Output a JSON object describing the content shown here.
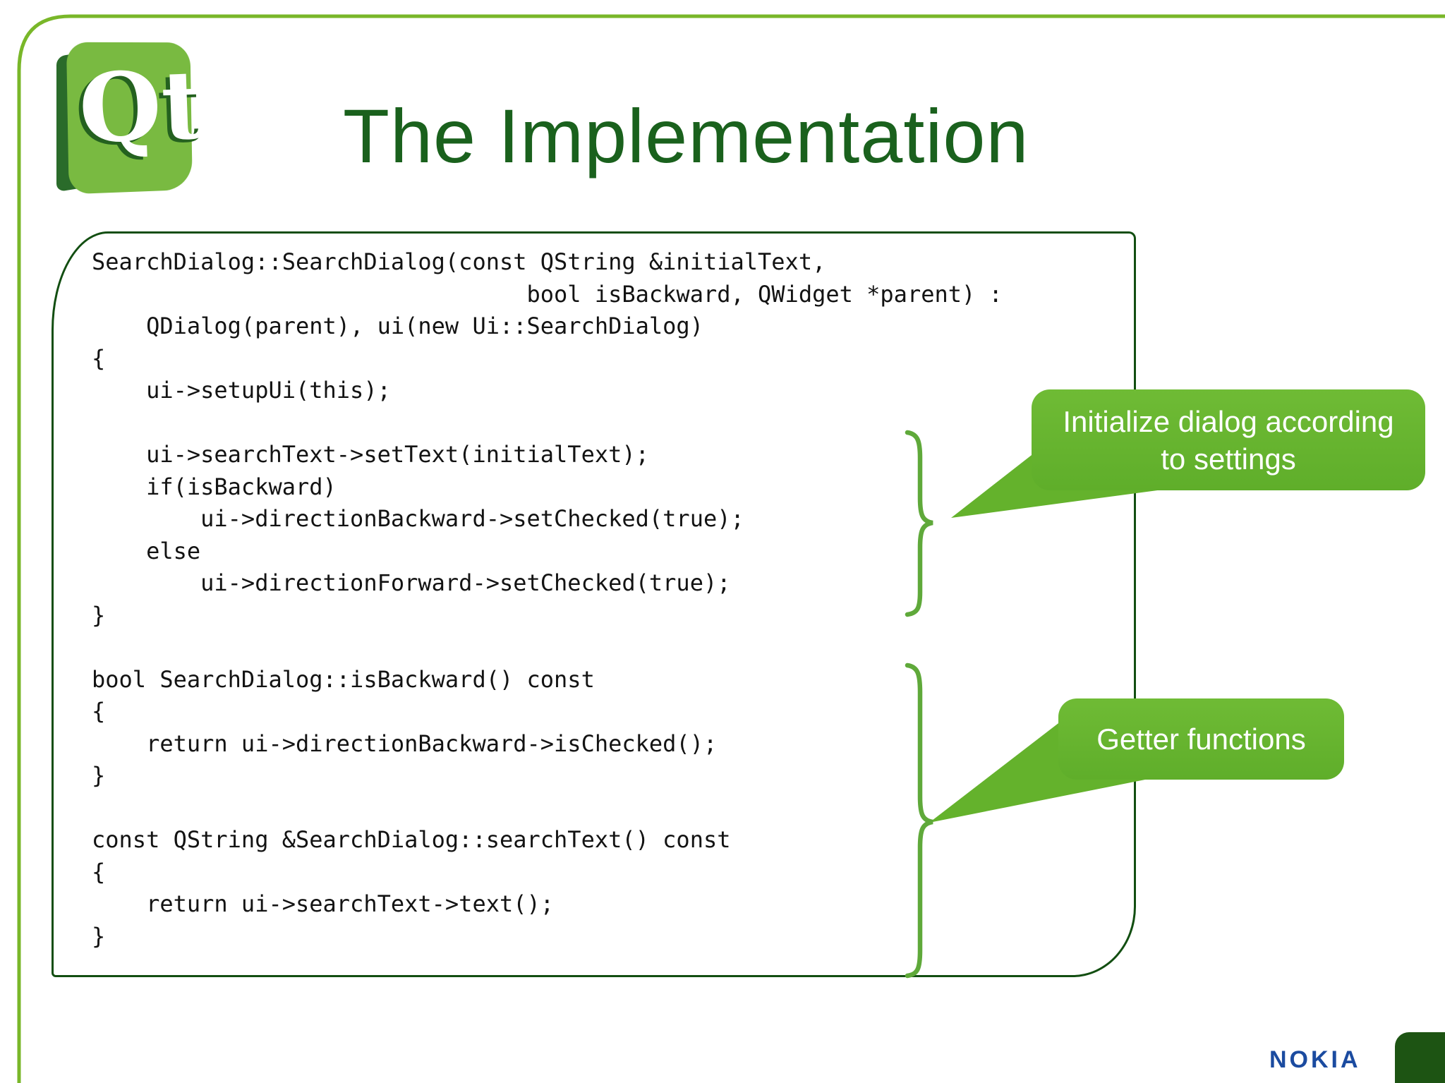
{
  "slide": {
    "title": "The Implementation",
    "qt_logo_text": "Qt",
    "nokia_logo_text": "NOKIA"
  },
  "code": {
    "lines": [
      "SearchDialog::SearchDialog(const QString &initialText,",
      "                                bool isBackward, QWidget *parent) :",
      "    QDialog(parent), ui(new Ui::SearchDialog)",
      "{",
      "    ui->setupUi(this);",
      "",
      "    ui->searchText->setText(initialText);",
      "    if(isBackward)",
      "        ui->directionBackward->setChecked(true);",
      "    else",
      "        ui->directionForward->setChecked(true);",
      "}",
      "",
      "bool SearchDialog::isBackward() const",
      "{",
      "    return ui->directionBackward->isChecked();",
      "}",
      "",
      "const QString &SearchDialog::searchText() const",
      "{",
      "    return ui->searchText->text();",
      "}"
    ]
  },
  "callouts": [
    {
      "lines": [
        "Initialize dialog according",
        "to settings"
      ]
    },
    {
      "lines": [
        "Getter functions"
      ]
    }
  ],
  "colors": {
    "slide_border_green": "#79b729",
    "code_box_border_green": "#124e11",
    "title_green": "#1a611d",
    "brace_green": "#5fa93a",
    "callout_green": "#68b52f",
    "qt_logo_green": "#79ba41",
    "qt_logo_dark_green": "#2a6b2a",
    "nokia_blue": "#1b4ba0",
    "corner_accent_green": "#1d5413"
  }
}
